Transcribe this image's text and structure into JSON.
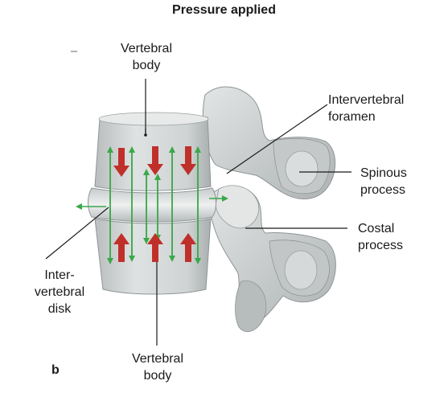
{
  "title": "Pressure applied",
  "panel_label": "b",
  "labels": {
    "vertebral_body_top": [
      "Vertebral",
      "body"
    ],
    "vertebral_body_bottom": [
      "Vertebral",
      "body"
    ],
    "intervertebral_foramen": [
      "Intervertebral",
      "foramen"
    ],
    "spinous_process": [
      "Spinous",
      "process"
    ],
    "costal_process": [
      "Costal",
      "process"
    ],
    "intervertebral_disk": [
      "Inter-",
      "vertebral",
      "disk"
    ]
  },
  "colors": {
    "bone": "#d4d7d7",
    "bone_shadow": "#9ea3a4",
    "pressure_arrow": "#c0302a",
    "force_arrow": "#3aa84a",
    "leader_line": "#1a1a1a"
  }
}
